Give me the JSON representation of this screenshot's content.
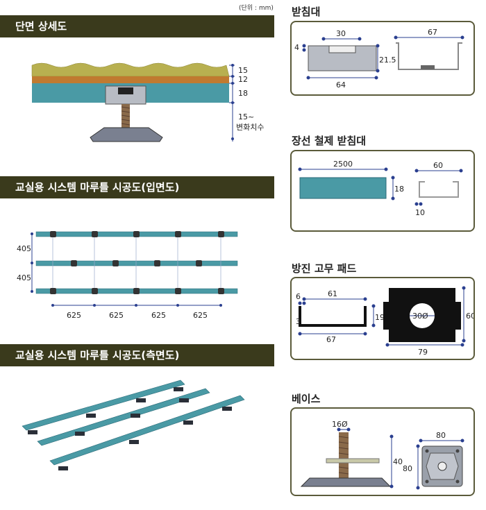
{
  "unit_note": "(단위 : mm)",
  "sections": {
    "cross_section": "단면 상세도",
    "plan_view": "교실용 시스템 마루틀 시공도(입면도)",
    "side_view": "교실용 시스템 마루틀 시공도(측면도)"
  },
  "cross_section_dims": {
    "d1": "15",
    "d2": "12",
    "d3": "18",
    "d4": "15~",
    "d5": "변화치수"
  },
  "plan_dims": {
    "row_spacing_1": "405",
    "row_spacing_2": "405",
    "col_1": "625",
    "col_2": "625",
    "col_3": "625",
    "col_4": "625"
  },
  "parts": {
    "support": {
      "title": "받침대",
      "d_top": "30",
      "d_left": "4",
      "d_height": "21.5",
      "d_bottom": "64",
      "d_width2": "67"
    },
    "steel_support": {
      "title": "장선 철제 받침대",
      "d_length": "2500",
      "d_height": "18",
      "d_width": "60",
      "d_lip": "10"
    },
    "rubber_pad": {
      "title": "방진 고무 패드",
      "d_6": "6",
      "d_61": "61",
      "d_3": "3",
      "d_19": "19",
      "d_67": "67",
      "d_30": "30Ø",
      "d_60": "60",
      "d_79": "79"
    },
    "base": {
      "title": "베이스",
      "d_16": "16Ø",
      "d_40": "40",
      "d_80w": "80",
      "d_80h": "80"
    }
  },
  "colors": {
    "header_bar": "#3a3a1c",
    "card_border": "#5a5a3a",
    "joist": "#4a8fa0",
    "dimension": "#2a3f8f",
    "wood_top": "#b8b050",
    "plywood": "#c07a30"
  }
}
